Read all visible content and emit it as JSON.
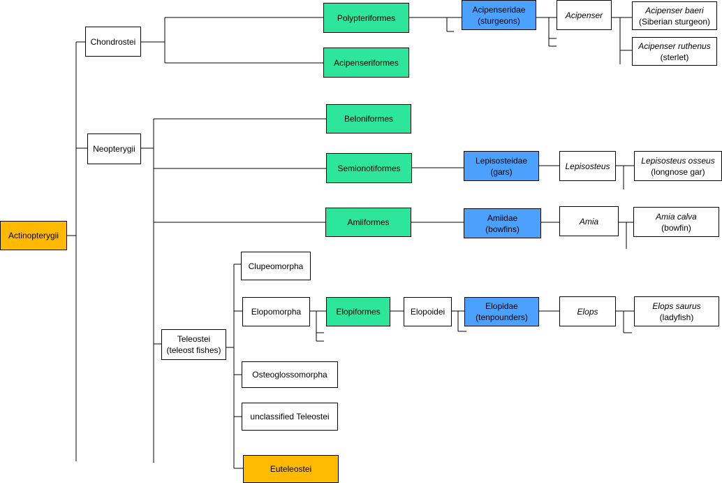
{
  "colors": {
    "order": "#2ee59c",
    "family": "#4ca1ff",
    "highlight": "#ffba00",
    "default": "#ffffff"
  },
  "nodes": {
    "actinopterygii": "Actinopterygii",
    "chondrostei": "Chondrostei",
    "neopterygii": "Neopterygii",
    "polypteriformes": "Polypteriformes",
    "acipenseriformes": "Acipenseriformes",
    "acipenseridae": {
      "name": "Acipenseridae",
      "common": "(sturgeons)"
    },
    "acipenser": "Acipenser",
    "acipenser_baeri": {
      "name": "Acipenser baeri",
      "common": "(Siberian sturgeon)"
    },
    "acipenser_ruthenus": {
      "name": "Acipenser ruthenus",
      "common": "(sterlet)"
    },
    "beloniformes": "Beloniformes",
    "semionotiformes": "Semionotiformes",
    "lepisosteidae": {
      "name": "Lepisosteidae",
      "common": "(gars)"
    },
    "lepisosteus": "Lepisosteus",
    "lepisosteus_osseus": {
      "name": "Lepisosteus osseus",
      "common": "(longnose gar)"
    },
    "amiiformes": "Amiiformes",
    "amiidae": {
      "name": "Amiidae",
      "common": "(bowfins)"
    },
    "amia": "Amia",
    "amia_calva": {
      "name": "Amia calva",
      "common": "(bowfin)"
    },
    "teleostei": {
      "name": "Teleostei",
      "common": "(teleost fishes)"
    },
    "clupeomorpha": "Clupeomorpha",
    "elopomorpha": "Elopomorpha",
    "elopiformes": "Elopiformes",
    "elopoidei": "Elopoidei",
    "elopidae": {
      "name": "Elopidae",
      "common": "(tenpounders)"
    },
    "elops": "Elops",
    "elops_saurus": {
      "name": "Elops saurus",
      "common": "(ladyfish)"
    },
    "osteoglossomorpha": "Osteoglossomorpha",
    "unclassified_teleostei": "unclassified Teleostei",
    "euteleostei": "Euteleostei"
  }
}
